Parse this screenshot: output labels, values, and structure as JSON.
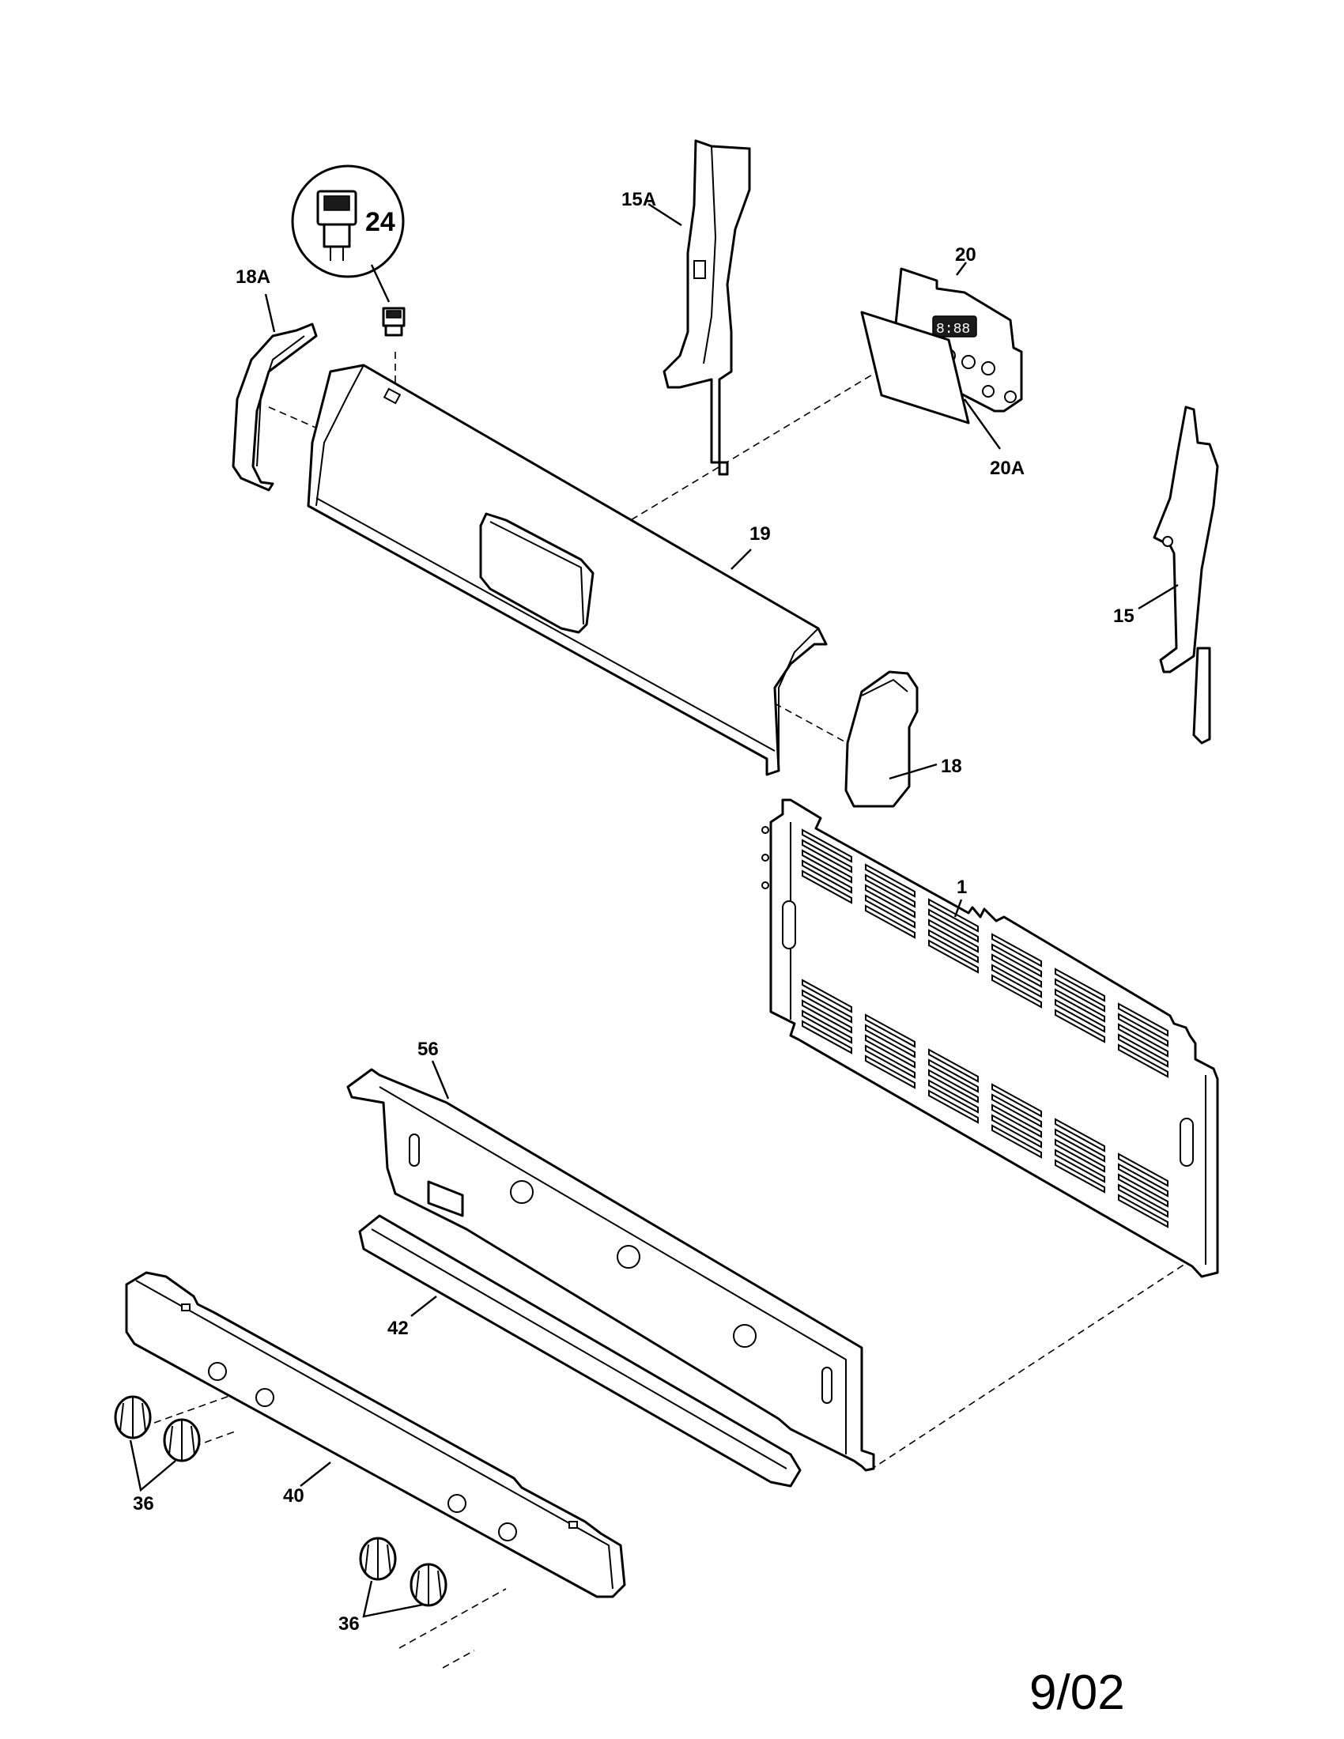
{
  "labels": {
    "p24": "24",
    "p18A": "18A",
    "p15A": "15A",
    "p20": "20",
    "p20A": "20A",
    "p19": "19",
    "p15": "15",
    "p18": "18",
    "p1": "1",
    "p56": "56",
    "p42": "42",
    "p40": "40",
    "p36a": "36",
    "p36b": "36"
  },
  "date_code": "9/02",
  "clock_display": "8:88"
}
